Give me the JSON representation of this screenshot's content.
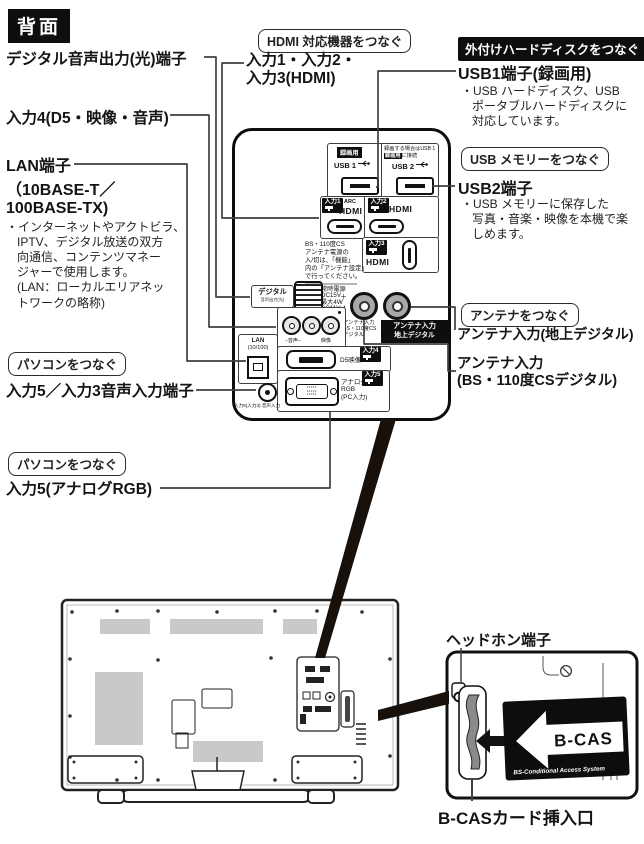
{
  "title": "背面",
  "callouts": {
    "hdmi": "HDMI 対応機器をつなぐ",
    "hdd": "外付けハードディスクをつなぐ",
    "usb_memory": "USB メモリーをつなぐ",
    "antenna": "アンテナをつなぐ",
    "pc_audio": "パソコンをつなぐ",
    "pc_rgb": "パソコンをつなぐ"
  },
  "labels": {
    "digital_audio": "デジタル音声出力(光)端子",
    "input4": "入力4(D5・映像・音声)",
    "lan_title": "LAN端子",
    "lan_sub1": "（10BASE-T／",
    "lan_sub2": "100BASE-TX)",
    "lan_notes": [
      "・インターネットやアクトビラ、",
      "IPTV、デジタル放送の双方",
      "向通信、コンテンツマネー",
      "ジャーで使用します。",
      "(LAN：ローカルエリアネッ",
      "トワークの略称)"
    ],
    "input5_audio": "入力5／入力3音声入力端子",
    "input5_rgb": "入力5(アナログRGB)",
    "hdmi_line1": "入力1・入力2・",
    "hdmi_line2": "入力3(HDMI)",
    "usb1_title": "USB1端子(録画用)",
    "usb1_notes": [
      "・USB ハードディスク、USB",
      "ポータブルハードディスクに",
      "対応しています。"
    ],
    "usb2_title": "USB2端子",
    "usb2_notes": [
      "・USB メモリーに保存した",
      "写真・音楽・映像を本機で楽",
      "しめます。"
    ],
    "antenna_terr": "アンテナ入力(地上デジタル)",
    "antenna_bs1": "アンテナ入力",
    "antenna_bs2": "(BS・110度CSデジタル)",
    "headphone": "ヘッドホン端子",
    "bcas_slot": "B-CASカード挿入口"
  },
  "panel": {
    "rec_badge": "録画用",
    "usb1": "USB 1",
    "usb2": "USB 2",
    "usb2_note_line1": "録画する場合はUSB 1",
    "usb2_note_badge": "録画用",
    "usb2_note_line2": "に接続",
    "input1_badge": "入力1",
    "arc": "ARC",
    "hdmi1": "HDMI",
    "input2_badge": "入力2",
    "hdmi2": "HDMI",
    "input3_badge": "入力3",
    "hdmi3": "HDMI",
    "note_lines": [
      "BS・110度CS",
      "アンテナ電源の",
      "入/切は、「機能」",
      "内の「アンテナ設定」",
      "で行ってください。"
    ],
    "power_lines": [
      "常時電源",
      "DC15V",
      "最大4W",
      "DC11V",
      "最大2W"
    ],
    "digital_label": "デジタル",
    "digital_sub": "音声出力(光)",
    "ant_bs_lines": [
      "アンテナ入力",
      "BS・110度CS",
      "デジタル"
    ],
    "ant_plus": "＋",
    "ant_dot": "・",
    "ant_terr_line1": "アンテナ入力",
    "ant_terr_line2": "地上デジタル",
    "audio_label": "−音声−",
    "video_label": "映像",
    "d_label": "D5映像",
    "input4_badge": "入力4",
    "vga_lines": [
      "アナログ",
      "RGB",
      "(PC入力)"
    ],
    "input5_badge": "入力5",
    "lan_line1": "LAN",
    "lan_line2": "(10/100)",
    "minijack_label": "入力5(入力3) 音声入力"
  },
  "bcas": {
    "card": "B-CAS",
    "card_sub": "BS-Conditional Access System"
  },
  "colors": {
    "ink": "#1a1a1a",
    "leader": "#3f3f3f",
    "badge_bg": "#111111"
  }
}
